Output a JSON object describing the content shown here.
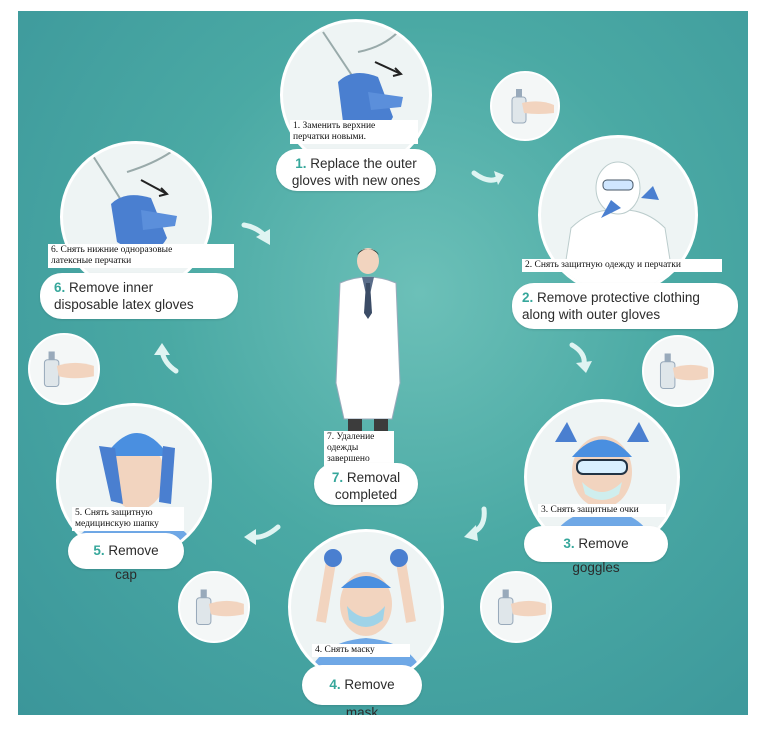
{
  "steps": [
    {
      "num": "1.",
      "en": "Replace the outer gloves with new ones",
      "en_lines": [
        "Replace the outer",
        "gloves with new ones"
      ],
      "ru": "1. Заменить верхние перчатки новыми.",
      "ru_lines": [
        "1. Заменить верхние",
        "перчатки новыми."
      ]
    },
    {
      "num": "2.",
      "en_lines": [
        "Remove protective clothing",
        "along with outer gloves"
      ],
      "ru_lines": [
        "2. Снять защитную одежду и перчатки"
      ]
    },
    {
      "num": "3.",
      "en_lines": [
        "Remove goggles"
      ],
      "ru_lines": [
        "3. Снять защитные очки"
      ]
    },
    {
      "num": "4.",
      "en_lines": [
        "Remove mask"
      ],
      "ru_lines": [
        "4. Снять маску"
      ]
    },
    {
      "num": "5.",
      "en_lines": [
        "Remove cap"
      ],
      "ru_lines": [
        "5. Снять защитную",
        "медицинскую шапку"
      ]
    },
    {
      "num": "6.",
      "en_lines": [
        "Remove inner",
        "disposable latex gloves"
      ],
      "ru_lines": [
        "6. Снять нижние одноразовые",
        "латексные перчатки"
      ]
    },
    {
      "num": "7.",
      "en_lines": [
        "Removal",
        "completed"
      ],
      "ru_lines": [
        "7. Удаление",
        "одежды",
        "завершено"
      ]
    }
  ],
  "colors": {
    "background": "#4aa9a4",
    "accent": "#36a79b",
    "glove": "#4a7fd0",
    "white": "#ffffff"
  },
  "icons": [
    "glove-hands-icon",
    "hand-sanitizer-icon",
    "curved-arrow-icon",
    "doctor-figure-icon"
  ]
}
